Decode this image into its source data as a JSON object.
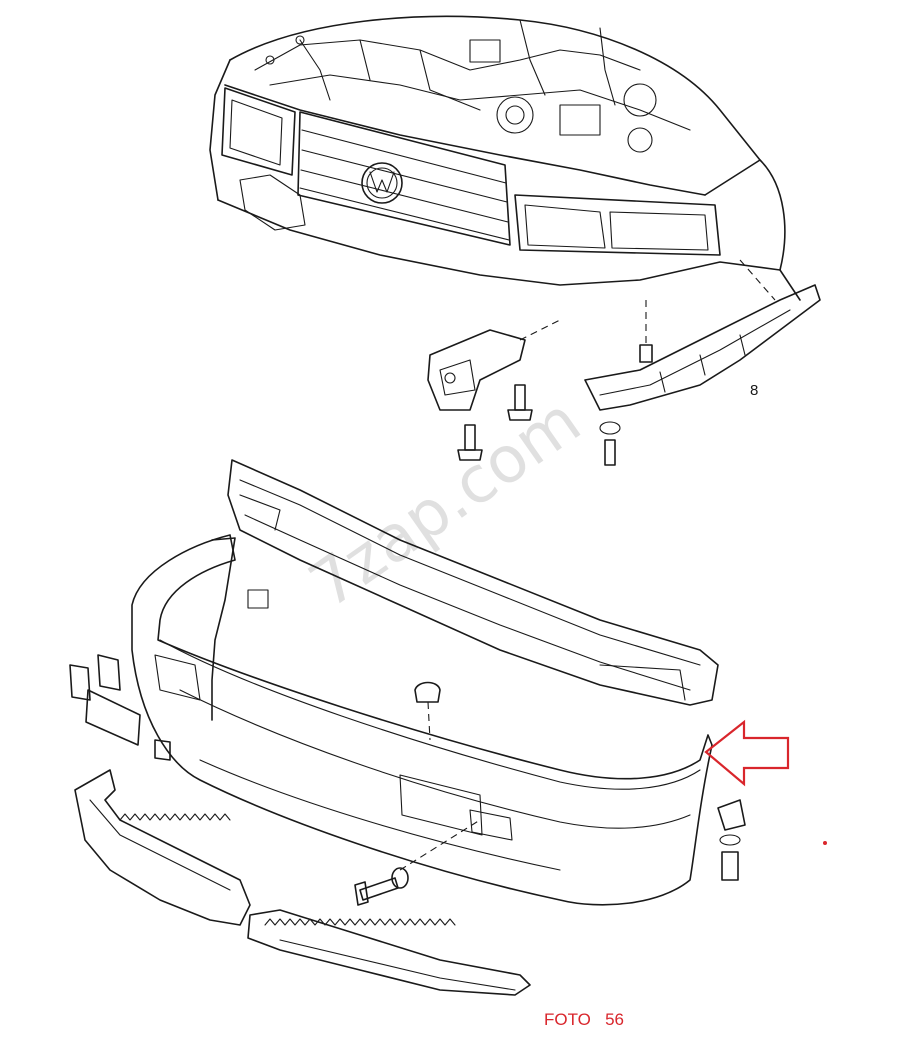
{
  "caption": "FOTO   56",
  "watermark": "7zap.com",
  "part_label": "8",
  "colors": {
    "line": "#1a1a1a",
    "arrow": "#d9262c",
    "caption": "#d9262c",
    "watermark": "#c8c8c8"
  },
  "icons": [
    "arrow-outline-icon",
    "vw-logo-icon"
  ]
}
